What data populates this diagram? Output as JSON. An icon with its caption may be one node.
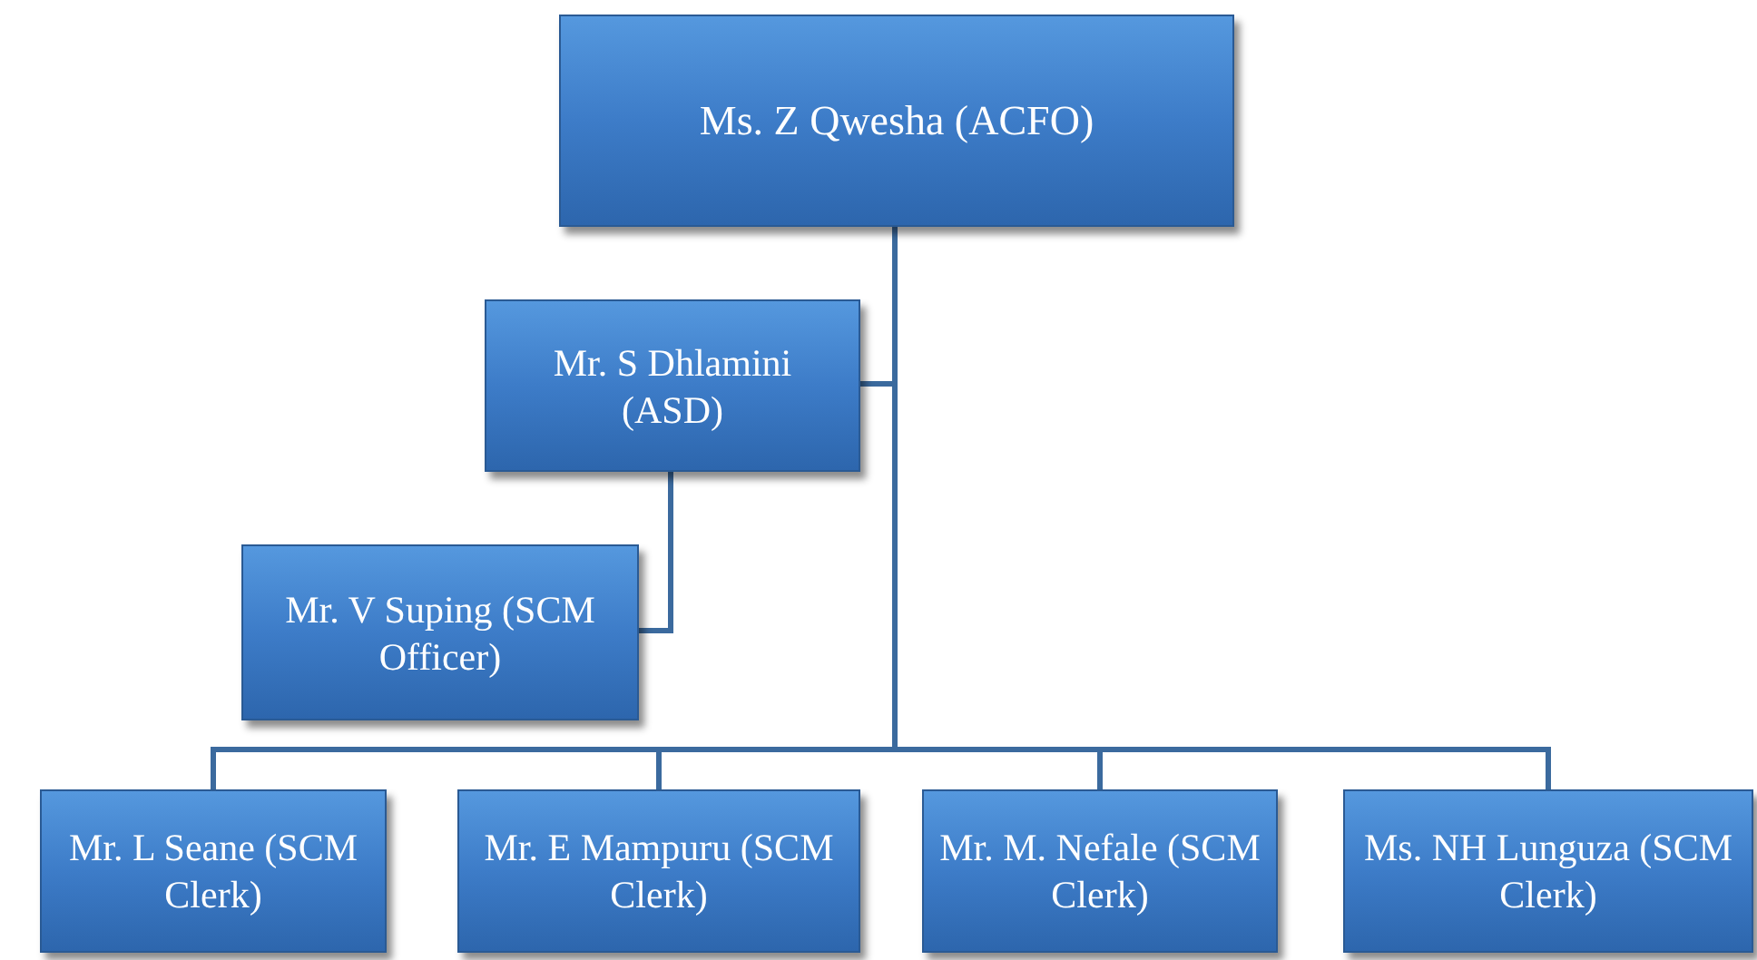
{
  "diagram": {
    "nodes": [
      {
        "text": [
          "Ms. Z Qwesha (ACFO)"
        ]
      },
      {
        "text": [
          "Mr. S Dhlamini (ASD)"
        ]
      },
      {
        "text": [
          "Mr. V Suping (SCM Officer)"
        ]
      },
      {
        "text": [
          "Mr. L Seane (SCM Clerk)"
        ]
      },
      {
        "text": [
          "Mr. E Mampuru (SCM Clerk)"
        ]
      },
      {
        "text": [
          "Mr. M. Nefale (SCM Clerk)"
        ]
      },
      {
        "text": [
          "Ms. NH Lunguza (SCM Clerk)"
        ]
      }
    ],
    "edges": [
      {
        "from": 0,
        "to": 1,
        "arrow": "none"
      },
      {
        "from": 1,
        "to": 2,
        "arrow": "none"
      },
      {
        "from": 0,
        "to": 3,
        "arrow": "none"
      },
      {
        "from": 0,
        "to": 4,
        "arrow": "none"
      },
      {
        "from": 0,
        "to": 5,
        "arrow": "none"
      },
      {
        "from": 0,
        "to": 6,
        "arrow": "none"
      }
    ]
  }
}
